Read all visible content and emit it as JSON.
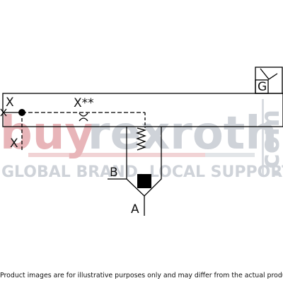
{
  "watermark": {
    "brand_part1": "buy",
    "brand_part2": "rexroth",
    "domain": ".com",
    "tagline": "GLOBAL BRAND. LOCAL SUPPORT.",
    "colors": {
      "red": "#e8b5b9",
      "gray": "#cfd3d9"
    }
  },
  "diagram": {
    "labels": {
      "port_x_left": "X",
      "port_x_pilot": "X**",
      "port_x_bottom": "X",
      "port_b": "B",
      "port_a": "A",
      "gauge": "G"
    },
    "line_color": "#000000"
  },
  "footer": {
    "disclaimer": "Product images are for illustrative purposes only and may differ from the actual product"
  }
}
